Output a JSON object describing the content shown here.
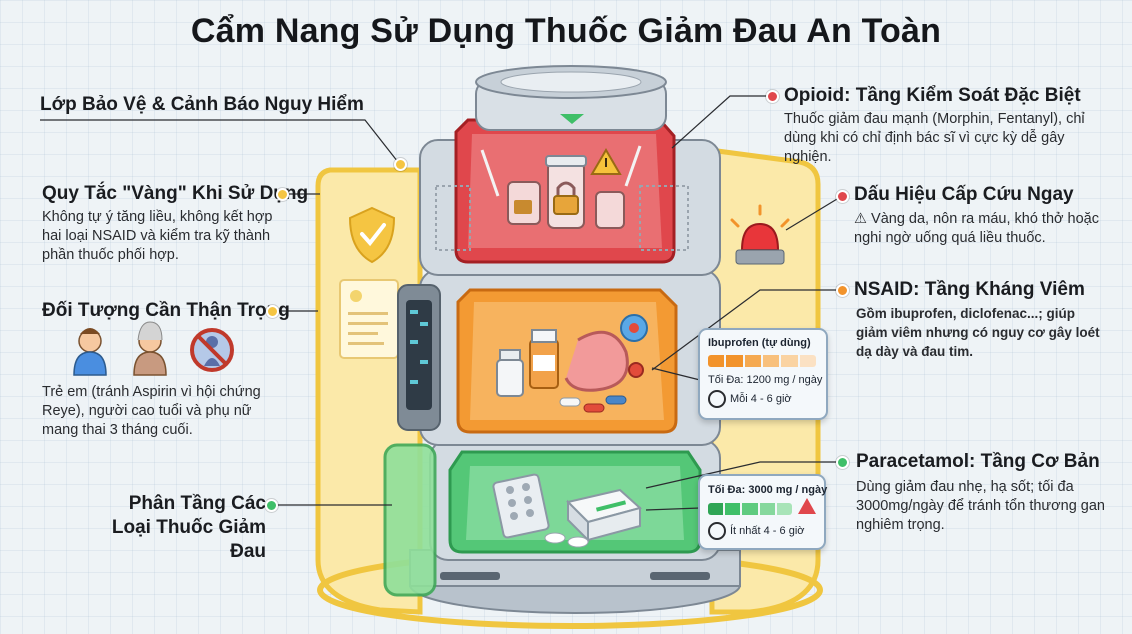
{
  "title": "Cẩm Nang Sử Dụng Thuốc Giảm Đau An Toàn",
  "left": {
    "protection_label": "Lớp Bảo Vệ & Cảnh Báo Nguy Hiểm",
    "golden_rule": {
      "label": "Quy Tắc \"Vàng\" Khi Sử Dụng",
      "text": "Không tự ý tăng liều, không kết hợp hai loại NSAID và kiểm tra kỹ thành phần thuốc phối hợp."
    },
    "caution_group": {
      "label": "Đối Tượng Cần Thận Trọng",
      "text": "Trẻ em (tránh Aspirin vì hội chứng Reye), người cao tuổi và phụ nữ mang thai 3 tháng cuối."
    },
    "layers_label": "Phân Tầng Các Loại Thuốc Giảm Đau"
  },
  "right": {
    "opioid": {
      "label": "Opioid: Tầng Kiểm Soát Đặc Biệt",
      "text": "Thuốc giảm đau mạnh (Morphin, Fentanyl), chỉ dùng khi có chỉ định bác sĩ vì cực kỳ dễ gây nghiện."
    },
    "emergency": {
      "label": "Dấu Hiệu Cấp Cứu Ngay",
      "text": "⚠ Vàng da, nôn ra máu, khó thở hoặc nghi ngờ uống quá liều thuốc."
    },
    "nsaid": {
      "label": "NSAID: Tầng Kháng Viêm",
      "text": "Gồm ibuprofen, diclofenac...; giúp giảm viêm nhưng có nguy cơ gây loét dạ dày và đau tim."
    },
    "paracetamol": {
      "label": "Paracetamol: Tầng Cơ Bản",
      "text": "Dùng giảm đau nhẹ, hạ sốt; tối đa 3000mg/ngày để tránh tổn thương gan nghiêm trọng."
    }
  },
  "ibuprofen_card": {
    "name": "Ibuprofen (tự dùng)",
    "max": "Tối Đa: 1200 mg / ngày",
    "interval": "Mỗi 4 - 6 giờ"
  },
  "paracetamol_card": {
    "max": "Tối Đa: 3000 mg / ngày",
    "interval": "Ít nhất 4 - 6 giờ"
  },
  "colors": {
    "opioid": "#e0474c",
    "nsaid": "#f2932b",
    "paracetamol": "#3fbf68",
    "shield": "#f2c84b"
  }
}
